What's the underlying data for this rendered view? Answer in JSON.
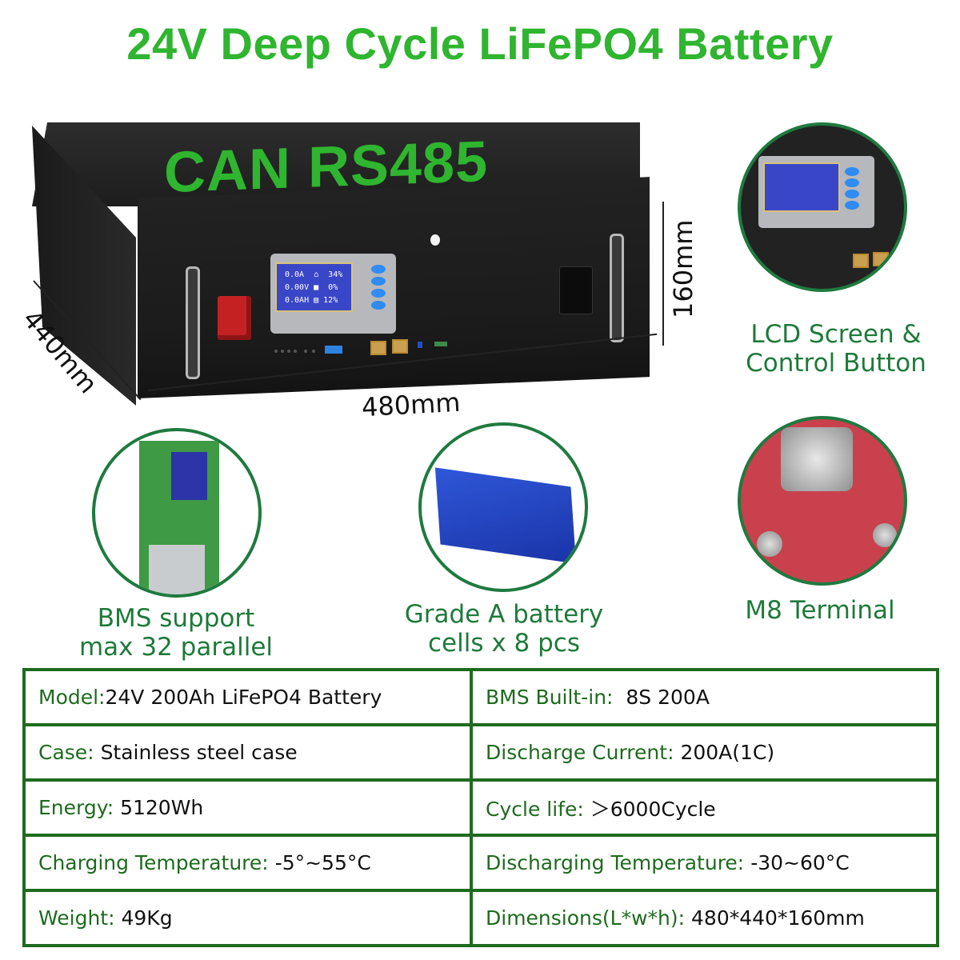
{
  "title": "24V Deep Cycle LiFePO4 Battery",
  "colors": {
    "title_green": "#2fb52f",
    "caption_green": "#1e7a3a",
    "table_border": "#1f6b1f",
    "table_key": "#1e6b1e"
  },
  "product_image": {
    "top_label": "CAN RS485",
    "lcd_lines": [
      "0.0A  ⌂  34%",
      "0.00V ■  0%",
      "0.0AH ▤ 12%"
    ],
    "dimensions": {
      "depth": "440mm",
      "length": "480mm",
      "height": "160mm"
    }
  },
  "features": [
    {
      "id": "lcd",
      "caption_lines": [
        "LCD Screen &",
        "Control Button"
      ]
    },
    {
      "id": "bms",
      "caption_lines": [
        "BMS support",
        "max 32 parallel"
      ]
    },
    {
      "id": "cells",
      "caption_lines": [
        "Grade A battery",
        "cells x  8  pcs"
      ]
    },
    {
      "id": "terminal",
      "caption_lines": [
        "M8 Terminal"
      ]
    }
  ],
  "specs": [
    [
      {
        "key": "Model:",
        "value": "24V 200Ah LiFePO4 Battery"
      },
      {
        "key": "BMS Built-in:",
        "value": "8S 200A"
      }
    ],
    [
      {
        "key": "Case:",
        "value": "Stainless steel case"
      },
      {
        "key": "Discharge Current:",
        "value": "200A(1C)"
      }
    ],
    [
      {
        "key": "Energy:",
        "value": "5120Wh"
      },
      {
        "key": "Cycle life:",
        "value": "＞6000Cycle"
      }
    ],
    [
      {
        "key": "Charging Temperature:",
        "value": "-5°~55°C"
      },
      {
        "key": "Discharging Temperature:",
        "value": "-30~60°C"
      }
    ],
    [
      {
        "key": "Weight:",
        "value": "49Kg"
      },
      {
        "key": "Dimensions(L*w*h):",
        "value": "480*440*160mm"
      }
    ]
  ]
}
